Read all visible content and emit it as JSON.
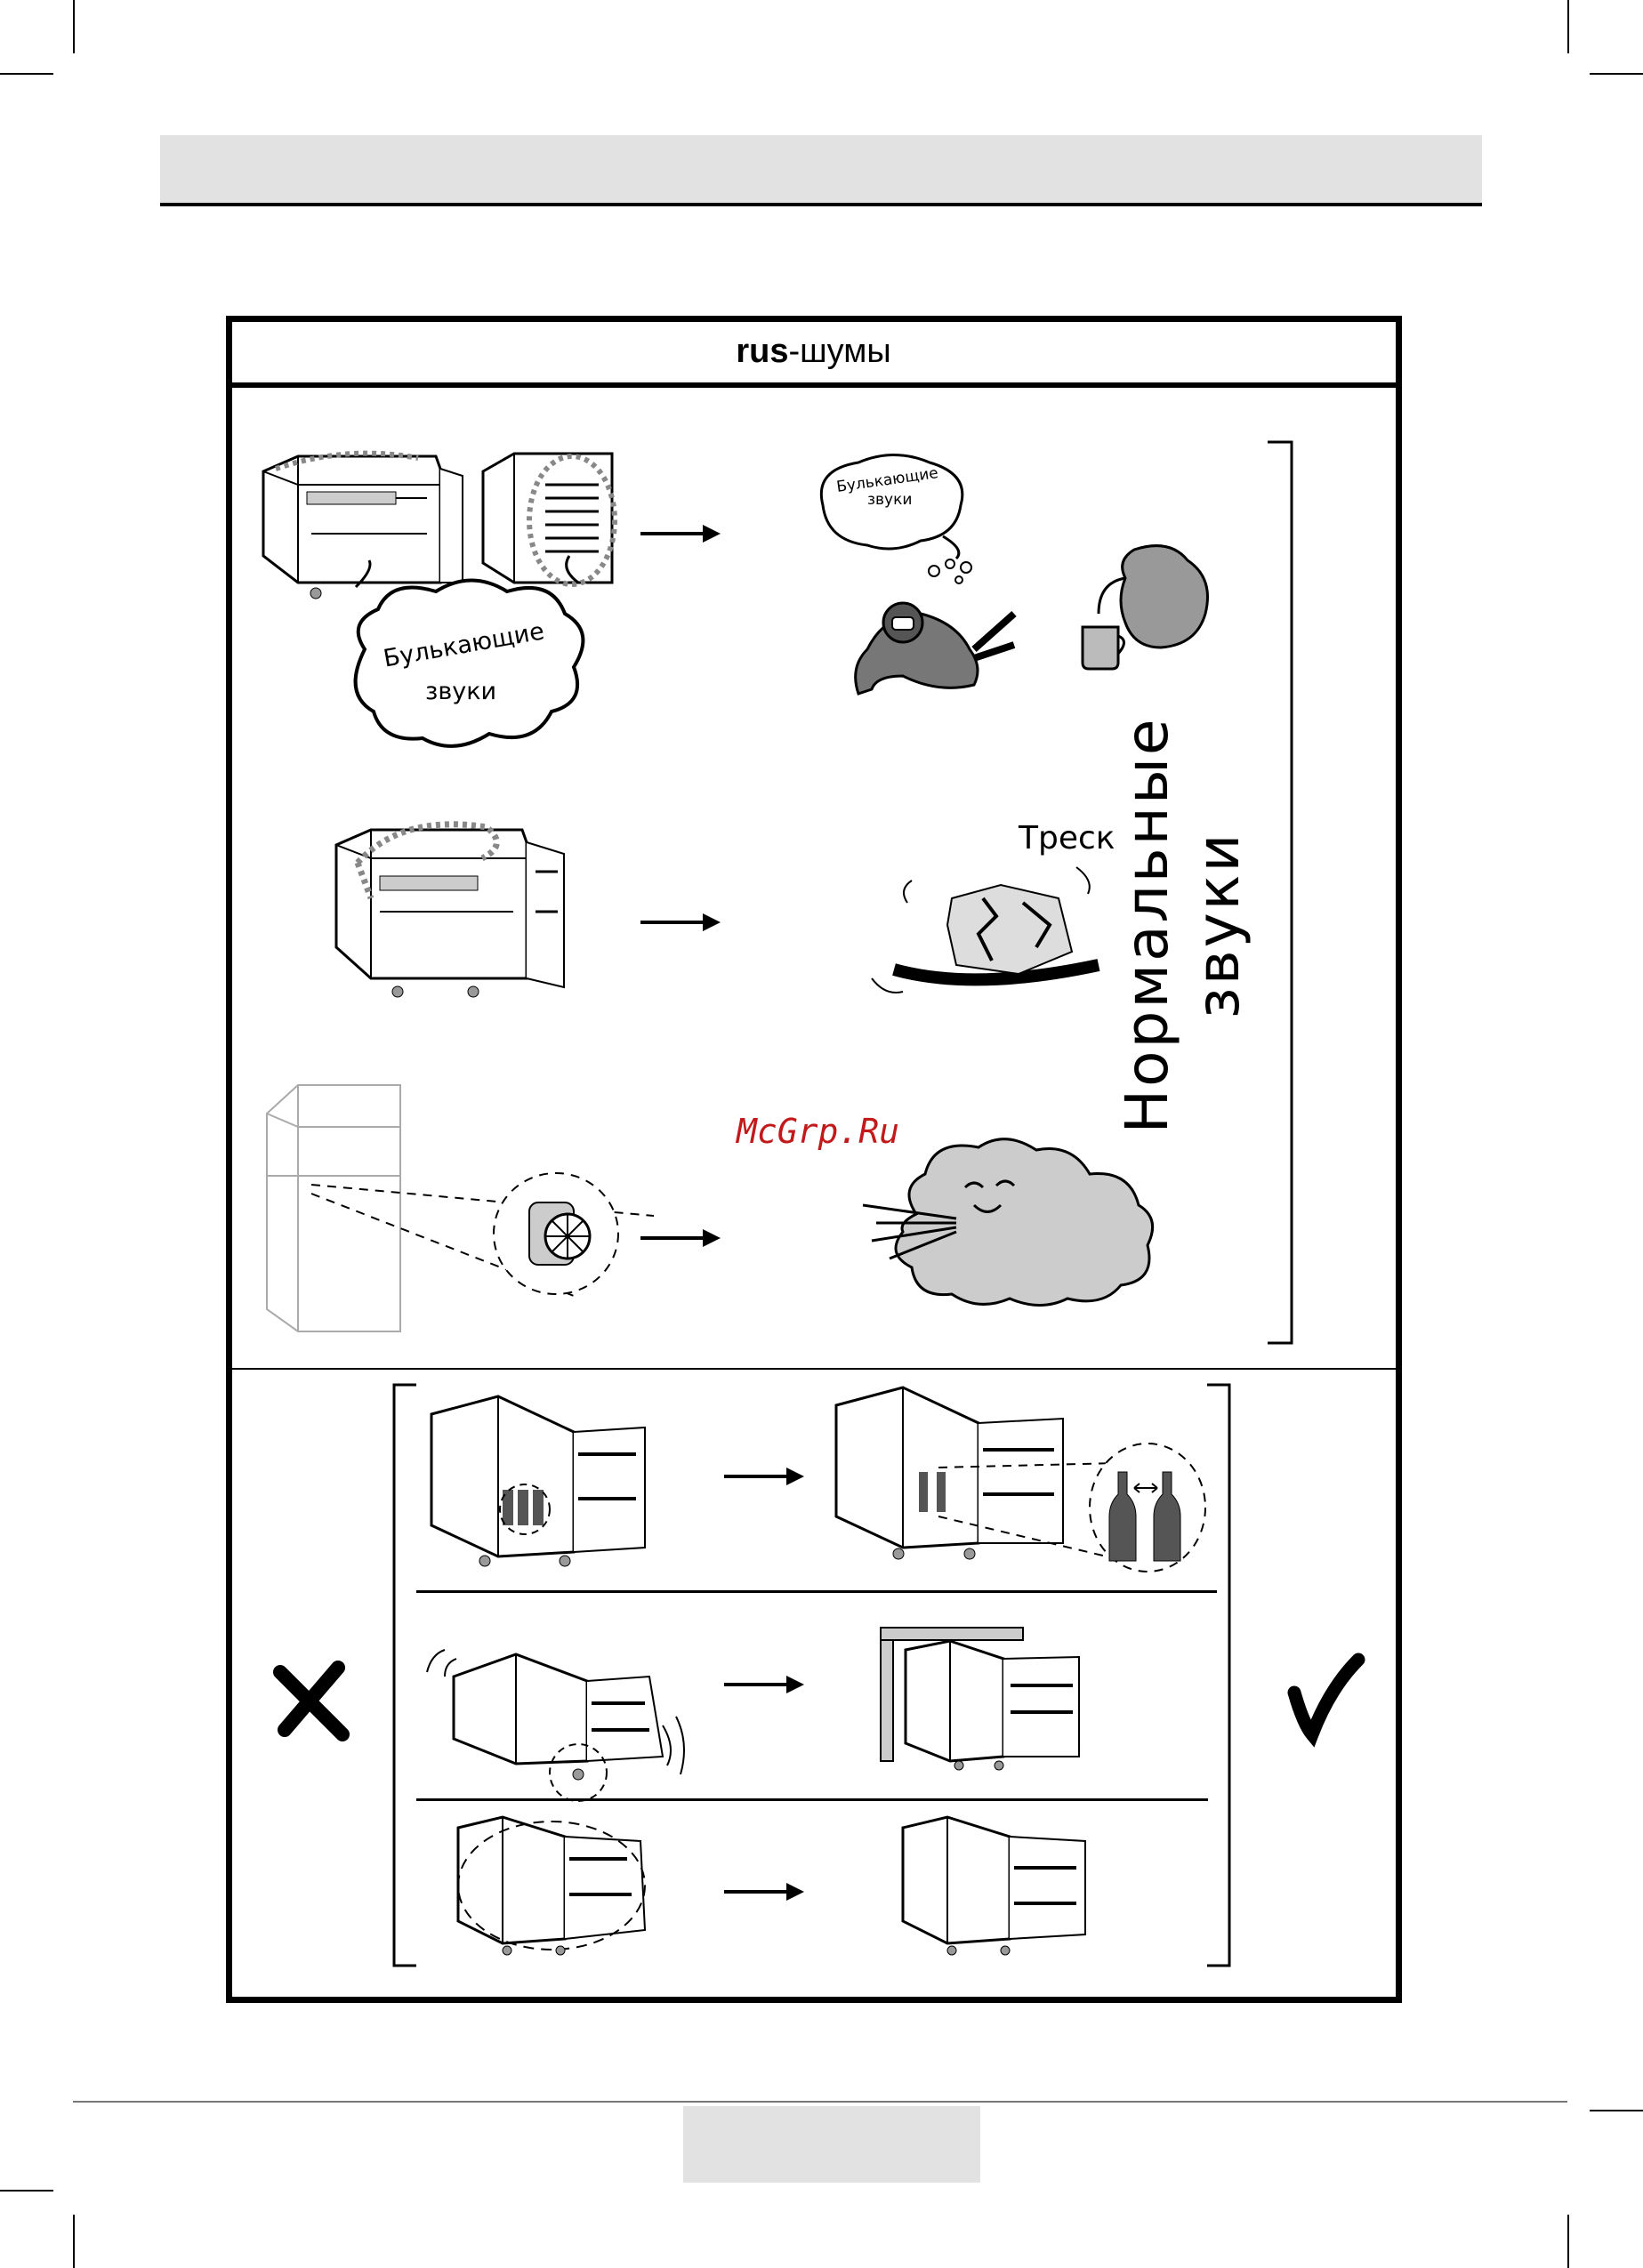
{
  "document": {
    "title_bold": "rus",
    "title_rest": "-шумы",
    "side_label": "Нормальные звуки",
    "watermark": "McGrp.Ru",
    "bubble_left_line1": "Булькающие",
    "bubble_left_line2": "звуки",
    "bubble_right_line1": "Булькающие",
    "bubble_right_line2": "звуки",
    "crack_label": "Треск"
  },
  "icons": {
    "wrong": "cross-mark-icon",
    "right": "check-mark-icon",
    "arrow": "right-arrow-icon"
  }
}
